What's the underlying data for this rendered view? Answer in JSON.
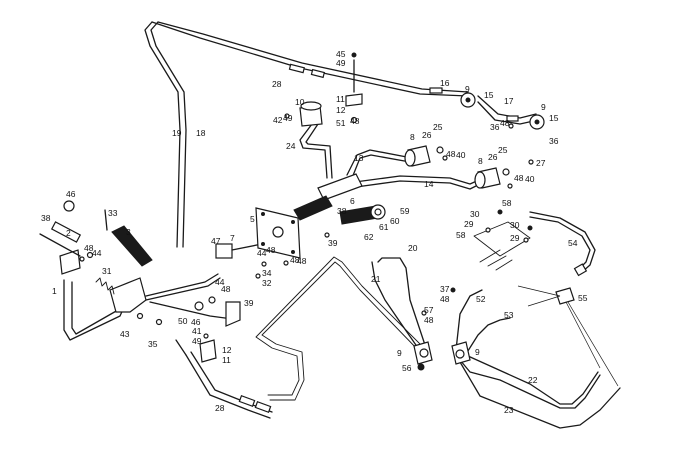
{
  "callouts": {
    "c1": "1",
    "c2": "2",
    "c3": "3",
    "c5": "5",
    "c6": "6",
    "c7": "7",
    "c8a": "8",
    "c8b": "8",
    "c9a": "9",
    "c9b": "9",
    "c9c": "9",
    "c9d": "9",
    "c10": "10",
    "c11a": "11",
    "c11b": "11",
    "c12a": "12",
    "c12b": "12",
    "c13": "13",
    "c14": "14",
    "c15a": "15",
    "c15b": "15",
    "c16": "16",
    "c17": "17",
    "c18": "18",
    "c19": "19",
    "c20": "20",
    "c21": "21",
    "c22": "22",
    "c23": "23",
    "c24": "24",
    "c25a": "25",
    "c25b": "25",
    "c26a": "26",
    "c26b": "26",
    "c27": "27",
    "c28a": "28",
    "c28b": "28",
    "c29a": "29",
    "c29b": "29",
    "c30a": "30",
    "c30b": "30",
    "c31": "31",
    "c32": "32",
    "c33": "33",
    "c34": "34",
    "c35": "35",
    "c36a": "36",
    "c36b": "36",
    "c37": "37",
    "c38a": "38",
    "c38b": "38",
    "c39a": "39",
    "c39b": "39",
    "c40a": "40",
    "c40b": "40",
    "c41": "41",
    "c42": "42",
    "c43": "43",
    "c44a": "44",
    "c44b": "44",
    "c44c": "44",
    "c45": "45",
    "c46a": "46",
    "c46b": "46",
    "c47": "47",
    "c48a": "48",
    "c48b": "48",
    "c48c": "48",
    "c48d": "48",
    "c48e": "48",
    "c48f": "48",
    "c48g": "48",
    "c48h": "48",
    "c48i": "48",
    "c48j": "48",
    "c48k": "48",
    "c49a": "49",
    "c49b": "49",
    "c49c": "49",
    "c50": "50",
    "c51": "51",
    "c52": "52",
    "c53": "53",
    "c54": "54",
    "c55": "55",
    "c56": "56",
    "c57": "57",
    "c58a": "58",
    "c58b": "58",
    "c59": "59",
    "c60": "60",
    "c61": "61",
    "c62": "62"
  }
}
